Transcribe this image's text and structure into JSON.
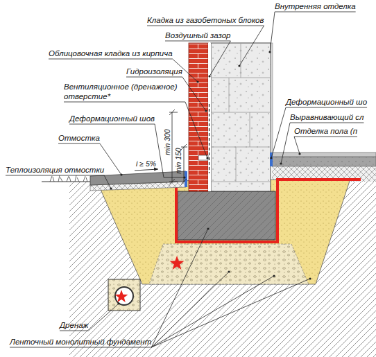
{
  "diagram": {
    "labels": [
      "Внутренняя отделка",
      "Кладка из газобетоных блоков",
      "Воздушный зазор",
      "Облицовочная кладка из кирпича",
      "Гидроизоляция",
      "Вентиляционное (дренажное) отверстие*",
      "Деформационный шов",
      "Отмостка",
      "Теплоизоляция отмостки",
      "i ≥ 5%",
      "min 300",
      "min 150",
      "Деформационный шо",
      "Выравнивающий сл",
      "Отделка пола (п",
      "Дренаж",
      "Ленточный монолитный фундамент"
    ]
  }
}
